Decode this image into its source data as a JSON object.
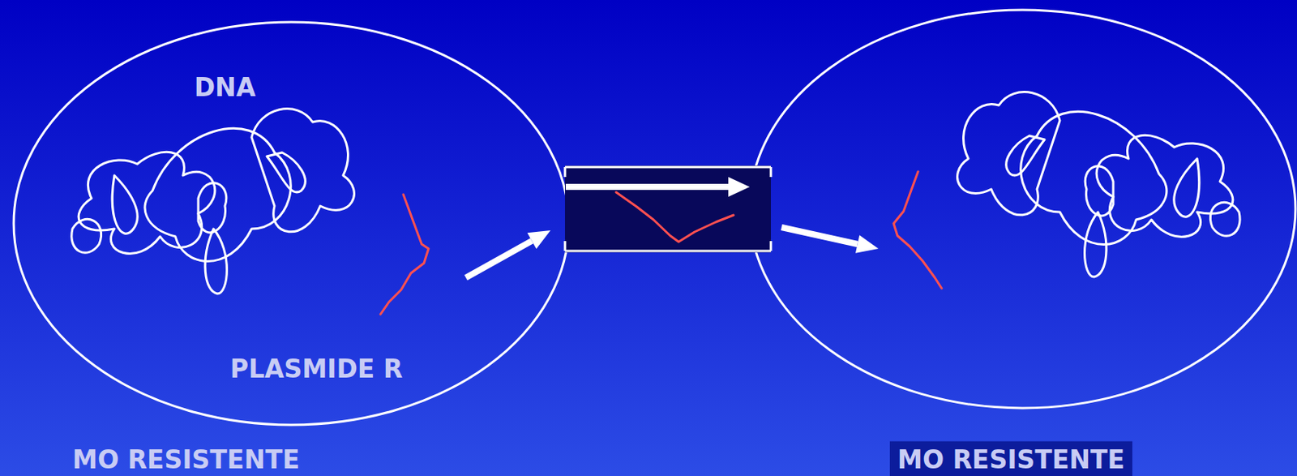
{
  "diagram": {
    "nodes": [
      {
        "text": [
          "DNA",
          "PLASMIDE R",
          "MO RESISTENTE"
        ]
      },
      {
        "text": [
          "MO RESISTENTE"
        ]
      }
    ],
    "edges": [
      {
        "from": 0,
        "to": 1,
        "arrow": "to"
      }
    ]
  }
}
